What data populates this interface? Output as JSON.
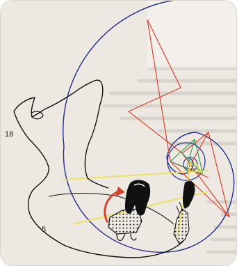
{
  "labels": {
    "upper": "18",
    "lower": "5"
  },
  "colors": {
    "paper": "#ede8e1",
    "bleed_text": "#c9c3bd",
    "spiral": "#1f2d8c",
    "triangles": "#d8432e",
    "green_lines": "#2f9a55",
    "yellow_lines": "#ece046",
    "outline": "#111111",
    "arrow": "#d8432e"
  },
  "icons": {
    "arrow": "curved-arrow"
  }
}
